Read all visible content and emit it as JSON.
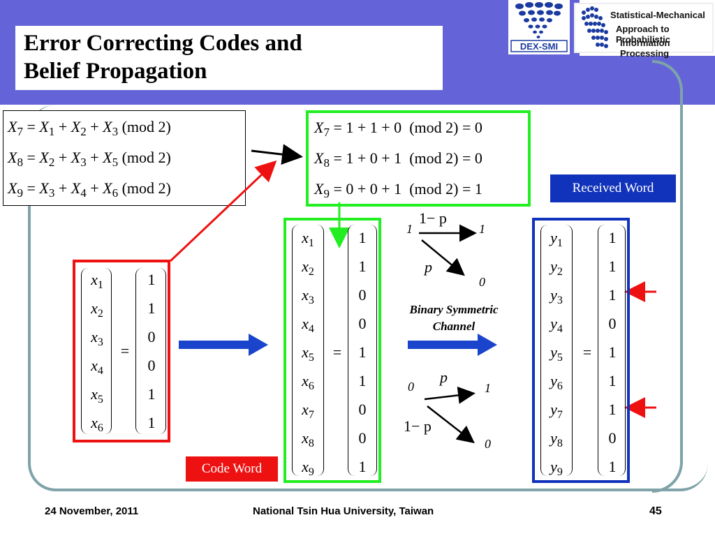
{
  "slide": {
    "title_line1": "Error Correcting Codes and",
    "title_line2": "Belief Propagation"
  },
  "logos": {
    "left": "DEX-SMI",
    "right_lines": [
      "Statistical-Mechanical",
      "Approach to Probabilistic",
      "Information Processing"
    ]
  },
  "parity_equations": [
    {
      "lhs": "7",
      "terms": [
        "1",
        "2",
        "3"
      ],
      "mod": "(mod 2)"
    },
    {
      "lhs": "8",
      "terms": [
        "2",
        "3",
        "5"
      ],
      "mod": "(mod 2)"
    },
    {
      "lhs": "9",
      "terms": [
        "3",
        "4",
        "6"
      ],
      "mod": "(mod 2)"
    }
  ],
  "parity_values": [
    {
      "lhs": "7",
      "expr": "= 1 + 1 + 0",
      "mod": "(mod 2) = 0"
    },
    {
      "lhs": "8",
      "expr": "= 1 + 0 + 1",
      "mod": "(mod 2) = 0"
    },
    {
      "lhs": "9",
      "expr": "= 0 + 0 + 1",
      "mod": "(mod 2) = 1"
    }
  ],
  "source_vector": {
    "indices": [
      "1",
      "2",
      "3",
      "4",
      "5",
      "6"
    ],
    "values": [
      "1",
      "1",
      "0",
      "0",
      "1",
      "1"
    ]
  },
  "code_vector": {
    "indices": [
      "1",
      "2",
      "3",
      "4",
      "5",
      "6",
      "7",
      "8",
      "9"
    ],
    "values": [
      "1",
      "1",
      "0",
      "0",
      "1",
      "1",
      "0",
      "0",
      "1"
    ]
  },
  "received_vector": {
    "indices": [
      "1",
      "2",
      "3",
      "4",
      "5",
      "6",
      "7",
      "8",
      "9"
    ],
    "values": [
      "1",
      "1",
      "1",
      "0",
      "1",
      "1",
      "1",
      "0",
      "1"
    ]
  },
  "labels": {
    "code_word": "Code Word",
    "received_word": "Received Word",
    "bsc_line1": "Binary Symmetric",
    "bsc_line2": "Channel",
    "equals": "="
  },
  "channel": {
    "top_in": "1",
    "top_out_1": "1",
    "top_out_0": "0",
    "top_keep": "1− p",
    "top_flip": "p",
    "bot_in": "0",
    "bot_out_1": "1",
    "bot_out_0": "0",
    "bot_flip": "p",
    "bot_keep": "1− p"
  },
  "footer": {
    "date": "24 November, 2011",
    "university": "National Tsin Hua University, Taiwan",
    "page": "45"
  },
  "colors": {
    "band": "#6464d8",
    "frame": "#7fa3a8",
    "red": "#ee1111",
    "green": "#22ee22",
    "blue": "#1133bb",
    "arrow_blue": "#1a44cc"
  }
}
